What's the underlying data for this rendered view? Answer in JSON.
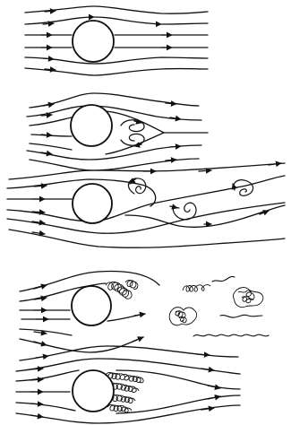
{
  "figure": {
    "panels": [
      {
        "id": "panel-1",
        "regime": "attached-flow"
      },
      {
        "id": "panel-2",
        "regime": "twin-vortices"
      },
      {
        "id": "panel-3",
        "regime": "vortex-street"
      },
      {
        "id": "panel-4",
        "regime": "turbulent-eddies"
      },
      {
        "id": "panel-5",
        "regime": "turbulent-wake"
      }
    ],
    "colors": {
      "line": "#111111",
      "background": "#ffffff"
    }
  }
}
